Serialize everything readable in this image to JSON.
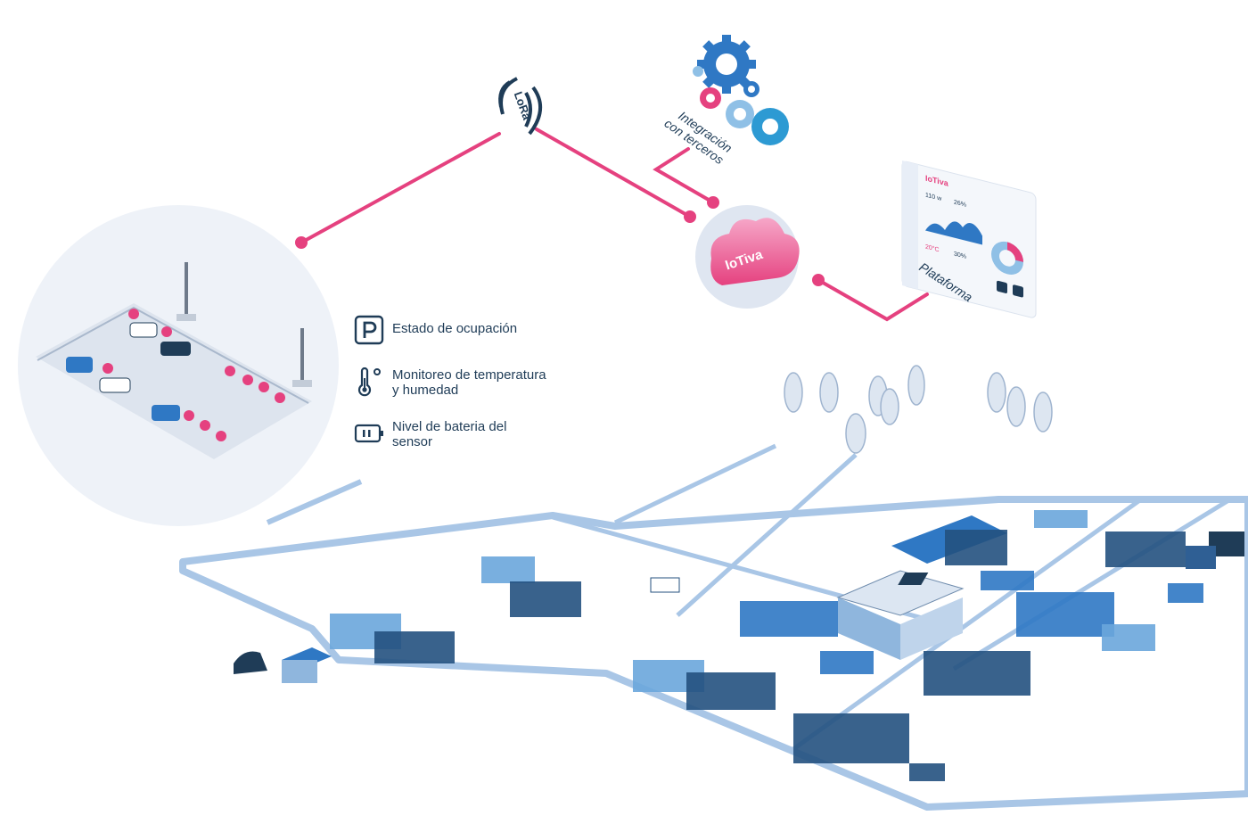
{
  "connector": {
    "lora_label": "LoRa",
    "integration_label": "Integración\ncon terceros",
    "platform_label": "Plataforma",
    "cloud_logo": "IoTiva"
  },
  "legend": {
    "items": [
      {
        "icon": "parking-icon",
        "label": "Estado de ocupación"
      },
      {
        "icon": "thermometer-icon",
        "label": "Monitoreo de temperatura\ny humedad"
      },
      {
        "icon": "battery-icon",
        "label": "Nivel de bateria del\nsensor"
      }
    ]
  },
  "dashboard": {
    "brand": "IoTiva",
    "value_a": "110 w",
    "value_b": "26%",
    "value_c": "20°C",
    "value_d": "30%"
  },
  "colors": {
    "accent_pink": "#e5417f",
    "navy": "#1f3c57",
    "blue": "#2f78c4",
    "light_blue": "#8fc0e6",
    "pale_blue": "#e8eef7"
  }
}
